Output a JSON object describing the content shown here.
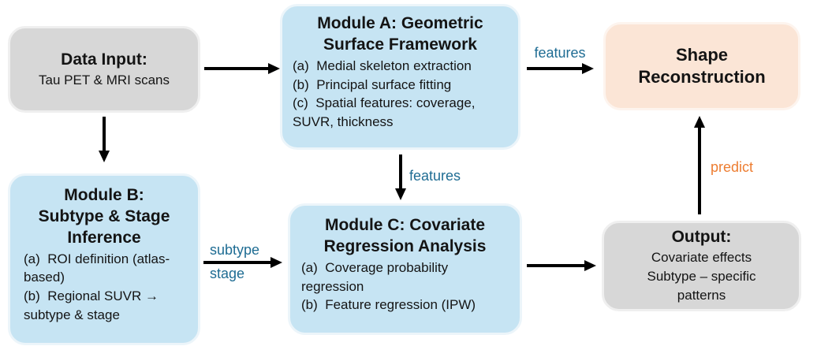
{
  "diagram": {
    "boxes": {
      "data_input": {
        "title": "Data Input:",
        "body": "Tau PET & MRI scans"
      },
      "module_a": {
        "title": "Module A: Geometric\nSurface Framework",
        "items": [
          "(a)  Medial skeleton extraction",
          "(b)  Principal surface fitting",
          "(c)  Spatial features: coverage, SUVR, thickness"
        ]
      },
      "shape_reconstruction": {
        "title": "Shape\nReconstruction"
      },
      "module_b": {
        "title": "Module B:\nSubtype & Stage\nInference",
        "items": [
          "(a)  ROI definition (atlas-based)",
          "(b)  Regional SUVR → subtype & stage"
        ]
      },
      "module_c": {
        "title": "Module C: Covariate\nRegression Analysis",
        "items": [
          "(a)  Coverage probability regression",
          "(b)  Feature regression (IPW)"
        ]
      },
      "output": {
        "title": "Output:",
        "body": "Covariate effects\nSubtype – specific\npatterns"
      }
    },
    "arrow_labels": {
      "features_top": "features",
      "features_mid": "features",
      "subtype": "subtype",
      "stage": "stage",
      "predict": "predict"
    },
    "colors": {
      "box_blue": "#C6E4F3",
      "box_gray": "#D7D7D7",
      "box_peach": "#FBE5D6",
      "label_teal": "#1E6C93",
      "label_orange": "#ED7D31",
      "arrow": "#000000"
    }
  }
}
